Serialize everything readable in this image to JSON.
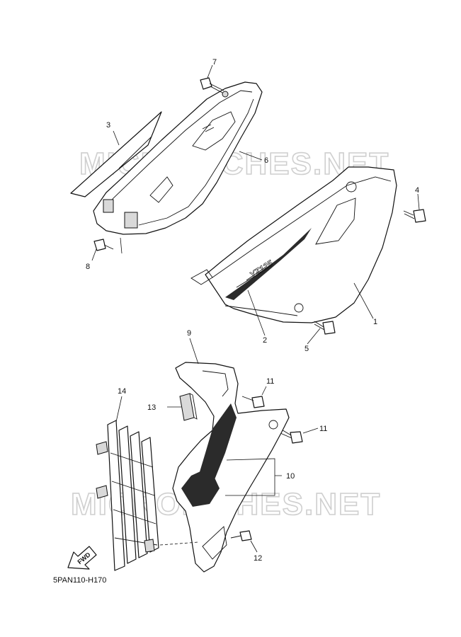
{
  "diagram": {
    "watermark": "MICROFICHES.NET",
    "code": "5PAN110-H170",
    "fwd_label": "FWD",
    "model_decal": "YZ125",
    "callouts": {
      "c1": "1",
      "c2": "2",
      "c3": "3",
      "c4": "4",
      "c5": "5",
      "c6": "6",
      "c7": "7",
      "c8": "8",
      "c9": "9",
      "c10": "10",
      "c11a": "11",
      "c11b": "11",
      "c12": "12",
      "c13": "13",
      "c14": "14"
    }
  }
}
